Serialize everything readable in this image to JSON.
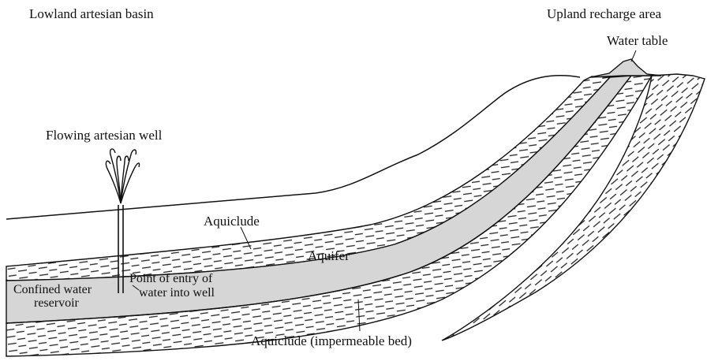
{
  "labels": {
    "lowland_basin": "Lowland artesian basin",
    "upland_recharge": "Upland recharge area",
    "water_table": "Water table",
    "flowing_well": "Flowing artesian well",
    "aquiclude_top": "Aquiclude",
    "aquifer": "Aquifer",
    "confined_line1": "Confined water",
    "confined_line2": "reservoir",
    "entry_line1": "Point of entry of",
    "entry_line2": "water into well",
    "aquiclude_bottom": "Aquiclude (impermeable bed)"
  },
  "colors": {
    "aquifer_fill": "#d6d6d6",
    "line": "#111111",
    "background": "#ffffff"
  }
}
